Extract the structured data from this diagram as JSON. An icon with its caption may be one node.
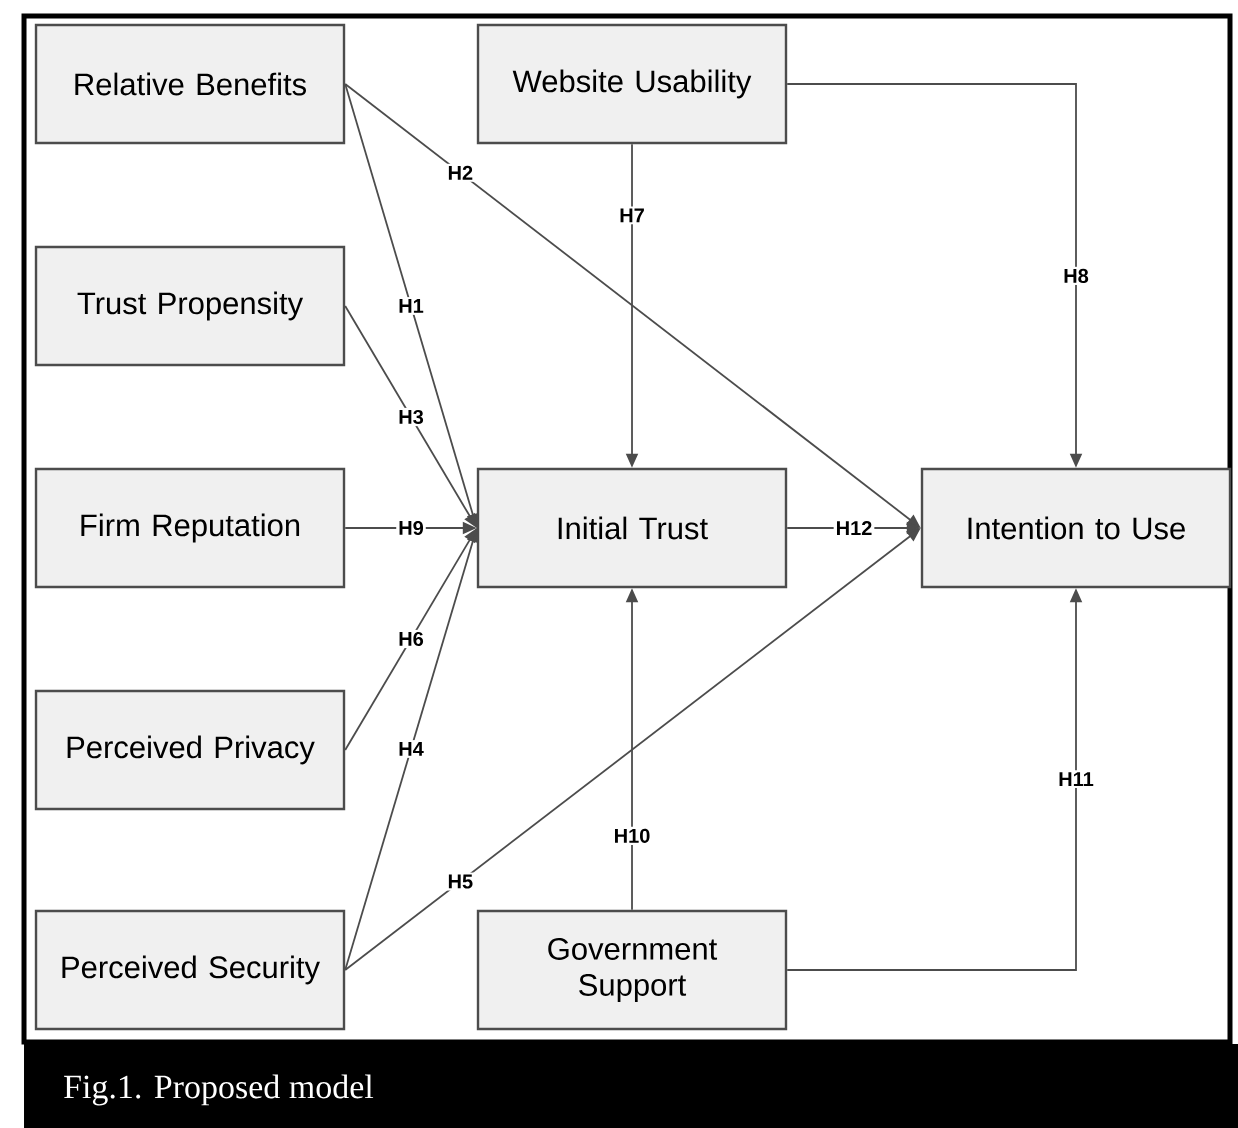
{
  "diagram": {
    "caption": "Fig.1. Proposed model",
    "nodes": [
      {
        "text": [
          "Relative Benefits"
        ]
      },
      {
        "text": [
          "Website Usability"
        ]
      },
      {
        "text": [
          "Trust Propensity"
        ]
      },
      {
        "text": [
          "Firm Reputation"
        ]
      },
      {
        "text": [
          "Initial Trust"
        ]
      },
      {
        "text": [
          "Intention to Use"
        ]
      },
      {
        "text": [
          "Perceived Privacy"
        ]
      },
      {
        "text": [
          "Perceived Security"
        ]
      },
      {
        "text": [
          "Government Support"
        ]
      }
    ],
    "edges": [
      {
        "from": 0,
        "to": 4,
        "arrow": "to",
        "label": "H1"
      },
      {
        "from": 0,
        "to": 5,
        "arrow": "to",
        "label": "H2"
      },
      {
        "from": 2,
        "to": 4,
        "arrow": "to",
        "label": "H3"
      },
      {
        "from": 7,
        "to": 4,
        "arrow": "to",
        "label": "H4"
      },
      {
        "from": 7,
        "to": 5,
        "arrow": "to",
        "label": "H5"
      },
      {
        "from": 6,
        "to": 4,
        "arrow": "to",
        "label": "H6"
      },
      {
        "from": 1,
        "to": 4,
        "arrow": "to",
        "label": "H7"
      },
      {
        "from": 1,
        "to": 5,
        "arrow": "to",
        "label": "H8"
      },
      {
        "from": 3,
        "to": 4,
        "arrow": "to",
        "label": "H9"
      },
      {
        "from": 8,
        "to": 4,
        "arrow": "to",
        "label": "H10"
      },
      {
        "from": 8,
        "to": 5,
        "arrow": "to",
        "label": "H11"
      },
      {
        "from": 4,
        "to": 5,
        "arrow": "to",
        "label": "H12"
      }
    ]
  }
}
